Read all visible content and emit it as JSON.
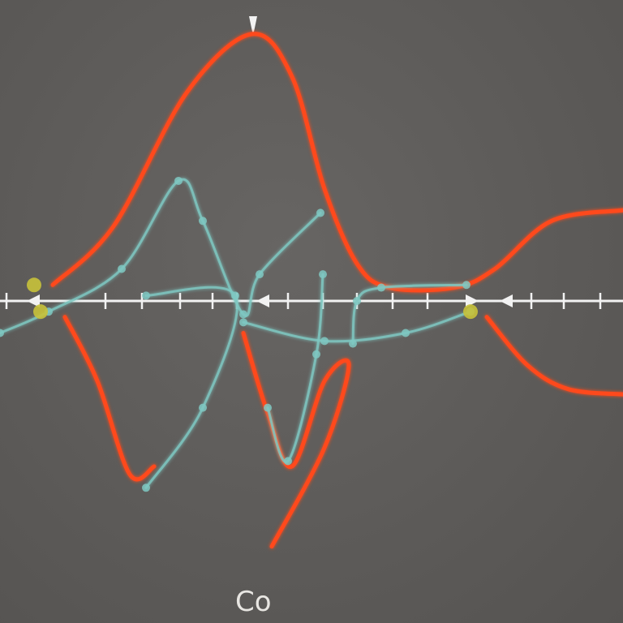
{
  "chart_data": {
    "type": "line",
    "title": "",
    "xlabel": "",
    "ylabel": "",
    "annotation": "Co",
    "xlim": [
      0,
      768
    ],
    "ylim": [
      -1,
      1
    ],
    "grid": false,
    "axis_color": "#f2f2f2",
    "series": [
      {
        "color": "#ff4a1c",
        "points": [
          [
            65,
            0.06
          ],
          [
            140,
            0.28
          ],
          [
            230,
            0.78
          ],
          [
            310,
            1.0
          ],
          [
            360,
            0.84
          ],
          [
            400,
            0.42
          ],
          [
            440,
            0.14
          ],
          [
            480,
            0.05
          ],
          [
            560,
            0.05
          ],
          [
            610,
            0.12
          ],
          [
            680,
            0.3
          ],
          [
            768,
            0.34
          ]
        ]
      },
      {
        "color": "#ff4a1c",
        "points": [
          [
            80,
            -0.06
          ],
          [
            120,
            -0.3
          ],
          [
            160,
            -0.65
          ],
          [
            190,
            -0.62
          ]
        ]
      },
      {
        "color": "#ff4a1c",
        "points": [
          [
            300,
            -0.12
          ],
          [
            330,
            -0.42
          ],
          [
            360,
            -0.62
          ],
          [
            400,
            -0.3
          ],
          [
            430,
            -0.24
          ],
          [
            400,
            -0.55
          ],
          [
            335,
            -0.92
          ]
        ]
      },
      {
        "color": "#ff4a1c",
        "points": [
          [
            600,
            -0.06
          ],
          [
            650,
            -0.24
          ],
          [
            700,
            -0.33
          ],
          [
            768,
            -0.35
          ]
        ]
      },
      {
        "color": "#7fc8c2",
        "points": [
          [
            0,
            -0.12
          ],
          [
            60,
            -0.04
          ],
          [
            150,
            0.12
          ],
          [
            220,
            0.45
          ],
          [
            250,
            0.3
          ],
          [
            300,
            -0.05
          ],
          [
            320,
            0.1
          ],
          [
            395,
            0.33
          ]
        ]
      },
      {
        "color": "#7fc8c2",
        "points": [
          [
            180,
            0.02
          ],
          [
            290,
            0.02
          ],
          [
            250,
            -0.4
          ],
          [
            180,
            -0.7
          ]
        ]
      },
      {
        "color": "#7fc8c2",
        "points": [
          [
            300,
            -0.08
          ],
          [
            400,
            -0.15
          ],
          [
            500,
            -0.12
          ],
          [
            580,
            -0.04
          ]
        ]
      },
      {
        "color": "#7fc8c2",
        "points": [
          [
            330,
            -0.4
          ],
          [
            355,
            -0.6
          ],
          [
            390,
            -0.2
          ],
          [
            398,
            0.1
          ]
        ]
      },
      {
        "color": "#7fc8c2",
        "points": [
          [
            435,
            -0.16
          ],
          [
            440,
            0.0
          ],
          [
            470,
            0.05
          ],
          [
            575,
            0.06
          ]
        ]
      }
    ]
  }
}
